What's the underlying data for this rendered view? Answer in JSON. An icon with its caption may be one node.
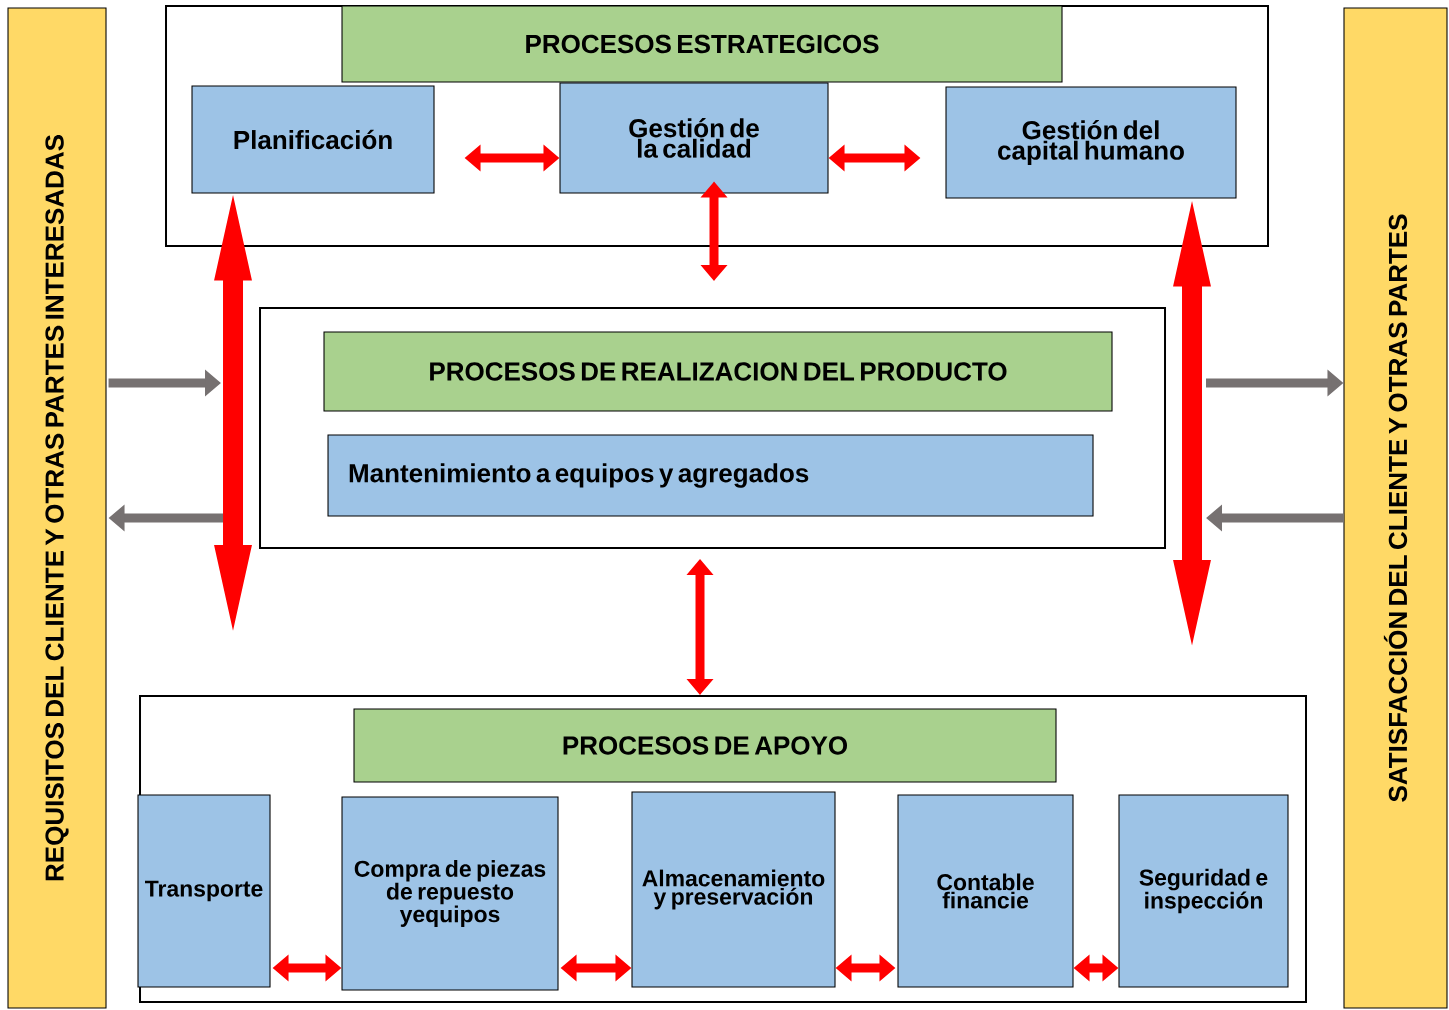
{
  "diagram": {
    "nodes": [
      {
        "text": [
          "REQUISITOS DEL CLIENTE Y OTRAS PARTES INTERESADAS"
        ]
      },
      {
        "text": [
          "SATISFACCIÓN DEL CLIENTE Y OTRAS PARTES"
        ]
      },
      {
        "text": [],
        "shape": "box"
      },
      {
        "text": [
          "PROCESOS ESTRATEGICOS"
        ],
        "in": 2
      },
      {
        "text": [
          "Planificación"
        ],
        "in": 2
      },
      {
        "text": [
          "Gestión de la calidad"
        ],
        "in": 2
      },
      {
        "text": [
          "Gestión del capital humano"
        ],
        "in": 2
      },
      {
        "text": [],
        "shape": "box"
      },
      {
        "text": [
          "PROCESOS DE REALIZACION DEL PRODUCTO"
        ],
        "in": 7
      },
      {
        "text": [
          "Mantenimiento a equipos y agregados"
        ],
        "in": 7
      },
      {
        "text": [],
        "shape": "box"
      },
      {
        "text": [
          "PROCESOS DE APOYO"
        ],
        "in": 10
      },
      {
        "text": [
          "Transporte"
        ],
        "in": 10
      },
      {
        "text": [
          "Compra de piezas de repuesto yequipos"
        ],
        "in": 10
      },
      {
        "text": [
          "Almacenamiento y preservación"
        ],
        "in": 10
      },
      {
        "text": [
          "Contable financie"
        ],
        "in": 10
      },
      {
        "text": [
          "Seguridad e inspección"
        ],
        "in": 10
      }
    ],
    "edges": [
      {
        "from": 4,
        "to": 5,
        "arrow": "both"
      },
      {
        "from": 5,
        "to": 6,
        "arrow": "both"
      },
      {
        "from": 5,
        "to": 7,
        "arrow": "both"
      },
      {
        "from": 7,
        "to": 10,
        "arrow": "both"
      },
      {
        "from": 4,
        "to": null,
        "arrow": "both",
        "style": "thick"
      },
      {
        "from": 6,
        "to": null,
        "arrow": "both",
        "style": "thick"
      },
      {
        "from": 0,
        "to": 7,
        "arrow": "to",
        "color": "#767171"
      },
      {
        "from": 7,
        "to": 0,
        "arrow": "to",
        "color": "#767171"
      },
      {
        "from": 7,
        "to": 1,
        "arrow": "to",
        "color": "#767171"
      },
      {
        "from": 1,
        "to": 7,
        "arrow": "to",
        "color": "#767171"
      },
      {
        "from": 12,
        "to": 13,
        "arrow": "both"
      },
      {
        "from": 13,
        "to": 14,
        "arrow": "both"
      },
      {
        "from": 14,
        "to": 15,
        "arrow": "both"
      },
      {
        "from": 15,
        "to": 16,
        "arrow": "both"
      }
    ]
  }
}
